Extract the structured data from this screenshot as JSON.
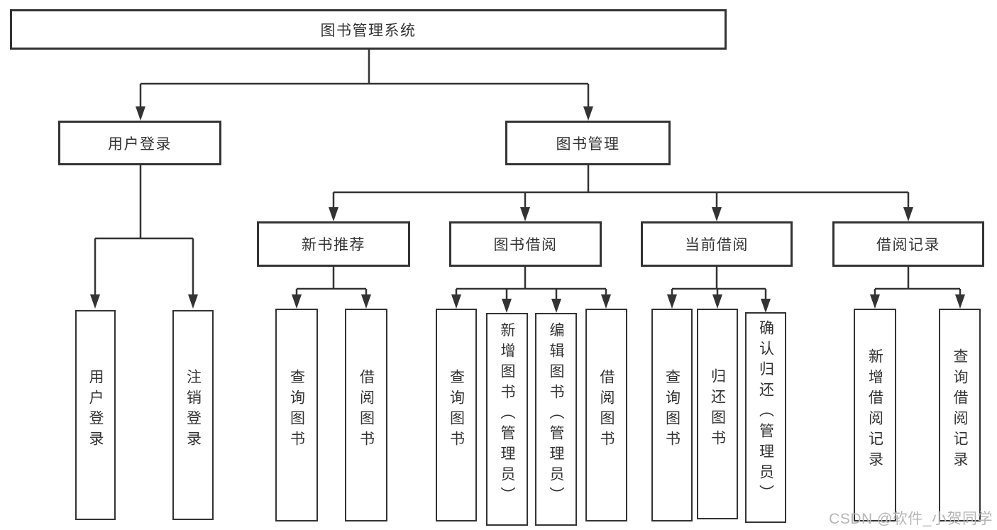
{
  "colors": {
    "line": "#333333",
    "text": "#333333",
    "node_fill": "#ffffff",
    "background": "#ffffff",
    "watermark": "#b6b6b6"
  },
  "tree": {
    "label": "图书管理系统",
    "children": [
      {
        "label": "用户登录",
        "children": [
          {
            "label": "用户登录"
          },
          {
            "label": "注销登录"
          }
        ]
      },
      {
        "label": "图书管理",
        "children": [
          {
            "label": "新书推荐",
            "children": [
              {
                "label": "查询图书"
              },
              {
                "label": "借阅图书"
              }
            ]
          },
          {
            "label": "图书借阅",
            "children": [
              {
                "label": "查询图书"
              },
              {
                "label": "新增图书（管理员）"
              },
              {
                "label": "编辑图书（管理员）"
              },
              {
                "label": "借阅图书"
              }
            ]
          },
          {
            "label": "当前借阅",
            "children": [
              {
                "label": "查询图书"
              },
              {
                "label": "归还图书"
              },
              {
                "label": "确认归还（管理员）"
              }
            ]
          },
          {
            "label": "借阅记录",
            "children": [
              {
                "label": "新增借阅记录"
              },
              {
                "label": "查询借阅记录"
              }
            ]
          }
        ]
      }
    ]
  },
  "watermark": {
    "text": "CSDN @软件_小贺同学"
  }
}
